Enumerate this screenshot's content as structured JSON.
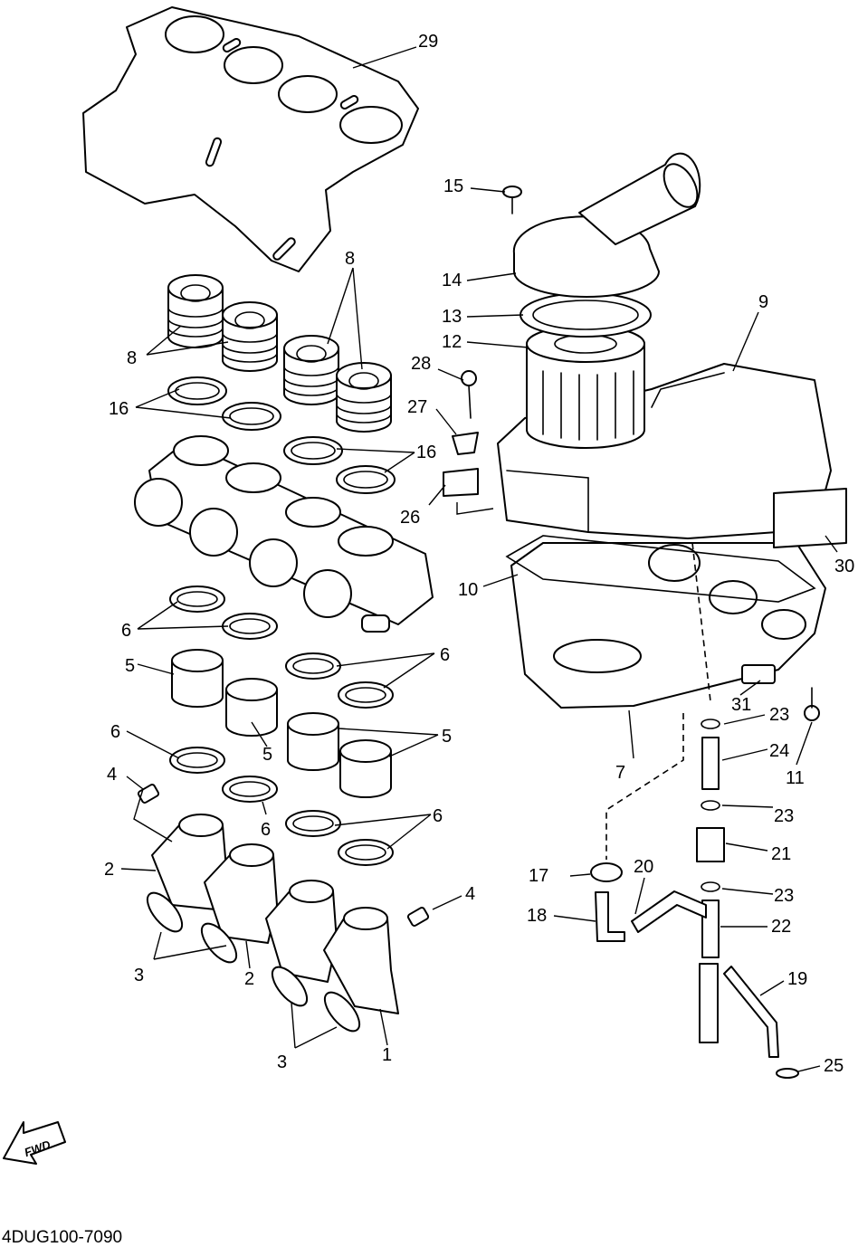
{
  "callouts": {
    "c1": "1",
    "c2a": "2",
    "c2b": "2",
    "c3a": "3",
    "c3b": "3",
    "c4a": "4",
    "c4b": "4",
    "c5a": "5",
    "c5b": "5",
    "c5c": "5",
    "c6a": "6",
    "c6b": "6",
    "c6c": "6",
    "c6d": "6",
    "c6e": "6",
    "c7": "7",
    "c8a": "8",
    "c8b": "8",
    "c9": "9",
    "c10": "10",
    "c11": "11",
    "c12": "12",
    "c13": "13",
    "c14": "14",
    "c15": "15",
    "c16a": "16",
    "c16b": "16",
    "c17": "17",
    "c18": "18",
    "c19": "19",
    "c20": "20",
    "c21": "21",
    "c22": "22",
    "c23a": "23",
    "c23b": "23",
    "c23c": "23",
    "c24": "24",
    "c25": "25",
    "c26": "26",
    "c27": "27",
    "c28": "28",
    "c29": "29",
    "c30": "30",
    "c31": "31"
  },
  "forward_arrow_label": "FWD",
  "drawing_code": "4DUG100-7090"
}
